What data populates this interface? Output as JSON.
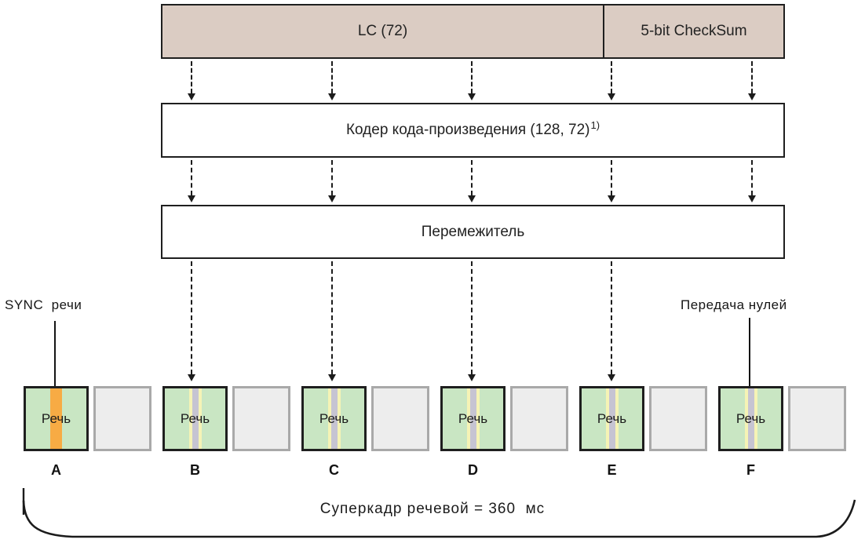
{
  "diagram": {
    "header_box": {
      "left_label": "LC (72)",
      "right_label": "5-bit CheckSum"
    },
    "coder_box": {
      "label": "Кодер кода-произведения (128, 72)",
      "footnote_mark": "1)"
    },
    "interleaver_box": {
      "label": "Перемежитель"
    },
    "callouts": {
      "sync": "SYNC  речи",
      "zeros": "Передача нулей"
    },
    "frames": [
      {
        "type": "speech",
        "label": "Речь",
        "letter": "A",
        "stripe": "sync"
      },
      {
        "type": "empty"
      },
      {
        "type": "speech",
        "label": "Речь",
        "letter": "B",
        "stripe": "data"
      },
      {
        "type": "empty"
      },
      {
        "type": "speech",
        "label": "Речь",
        "letter": "C",
        "stripe": "data"
      },
      {
        "type": "empty"
      },
      {
        "type": "speech",
        "label": "Речь",
        "letter": "D",
        "stripe": "data"
      },
      {
        "type": "empty"
      },
      {
        "type": "speech",
        "label": "Речь",
        "letter": "E",
        "stripe": "data"
      },
      {
        "type": "empty"
      },
      {
        "type": "speech",
        "label": "Речь",
        "letter": "F",
        "stripe": "data"
      },
      {
        "type": "empty"
      }
    ],
    "superframe_caption": "Суперкадр речевой = 360  мс",
    "colors": {
      "header_fill": "#dbccc3",
      "process_fill": "#ffffff",
      "speech_fill": "#c9e6c3",
      "empty_fill": "#ededed",
      "empty_border": "#a9a9a9",
      "sync_stripe": "#f7ab44",
      "data_stripe_outer": "#f5f3b5",
      "data_stripe_inner": "#c6c4d2",
      "line_color": "#1c1c1c"
    }
  }
}
